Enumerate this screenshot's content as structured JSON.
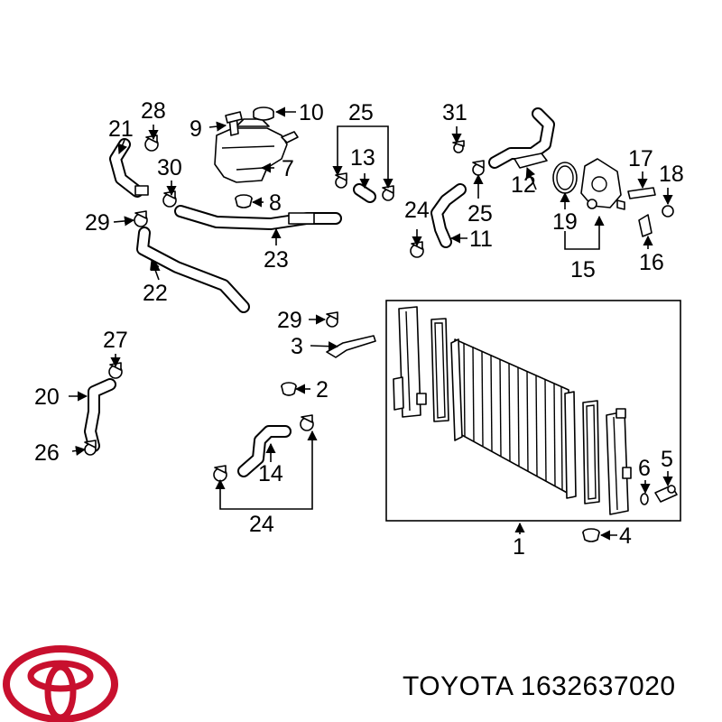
{
  "callouts": {
    "c1": "1",
    "c2": "2",
    "c3": "3",
    "c4": "4",
    "c5": "5",
    "c6": "6",
    "c7": "7",
    "c8": "8",
    "c9": "9",
    "c10": "10",
    "c11": "11",
    "c12": "12",
    "c13": "13",
    "c14": "14",
    "c15": "15",
    "c16": "16",
    "c17": "17",
    "c18": "18",
    "c19": "19",
    "c20": "20",
    "c21": "21",
    "c22": "22",
    "c23": "23",
    "c24a": "24",
    "c24b": "24",
    "c25a": "25",
    "c25b": "25",
    "c26": "26",
    "c27": "27",
    "c28": "28",
    "c29a": "29",
    "c29b": "29",
    "c30": "30",
    "c31": "31"
  },
  "footer": {
    "brand": "TOYOTA",
    "part_number": "1632637020"
  },
  "colors": {
    "logo": "#c8102e",
    "line": "#000000"
  }
}
